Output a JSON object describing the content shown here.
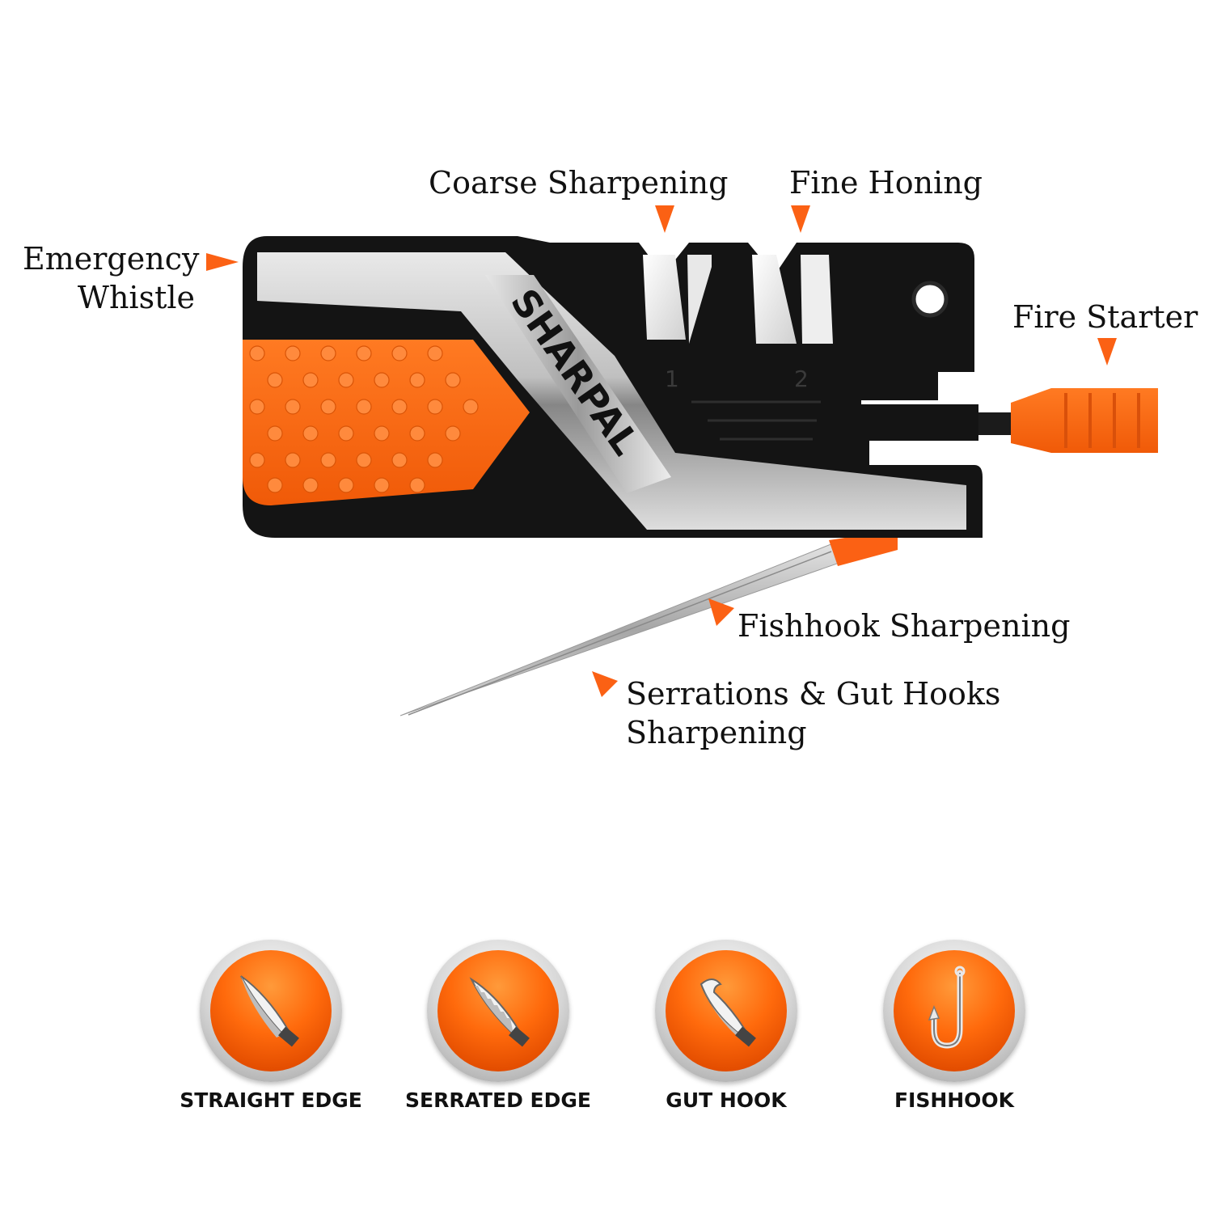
{
  "brand": {
    "name": "SHARPAL"
  },
  "slots": {
    "coarse_number": "1",
    "fine_number": "2"
  },
  "callouts": {
    "coarse": "Coarse Sharpening",
    "fine": "Fine Honing",
    "whistle_line1": "Emergency",
    "whistle_line2": "Whistle",
    "fire": "Fire Starter",
    "fishhook": "Fishhook Sharpening",
    "serrations_line1": "Serrations & Gut Hooks",
    "serrations_line2": "Sharpening"
  },
  "badges": [
    {
      "label": "STRAIGHT EDGE",
      "icon": "straight-edge-knife-icon"
    },
    {
      "label": "SERRATED EDGE",
      "icon": "serrated-edge-knife-icon"
    },
    {
      "label": "GUT HOOK",
      "icon": "gut-hook-knife-icon"
    },
    {
      "label": "FISHHOOK",
      "icon": "fishhook-icon"
    }
  ],
  "colors": {
    "accent": "#fb6114",
    "body": "#111111",
    "chrome": "#cfcfcf"
  }
}
